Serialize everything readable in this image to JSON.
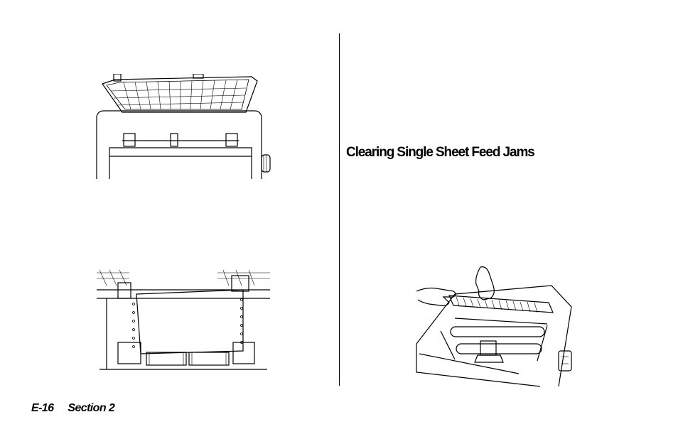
{
  "heading": "Clearing Single Sheet Feed Jams",
  "footer": {
    "page_number": "E-16",
    "section": "Section 2"
  }
}
